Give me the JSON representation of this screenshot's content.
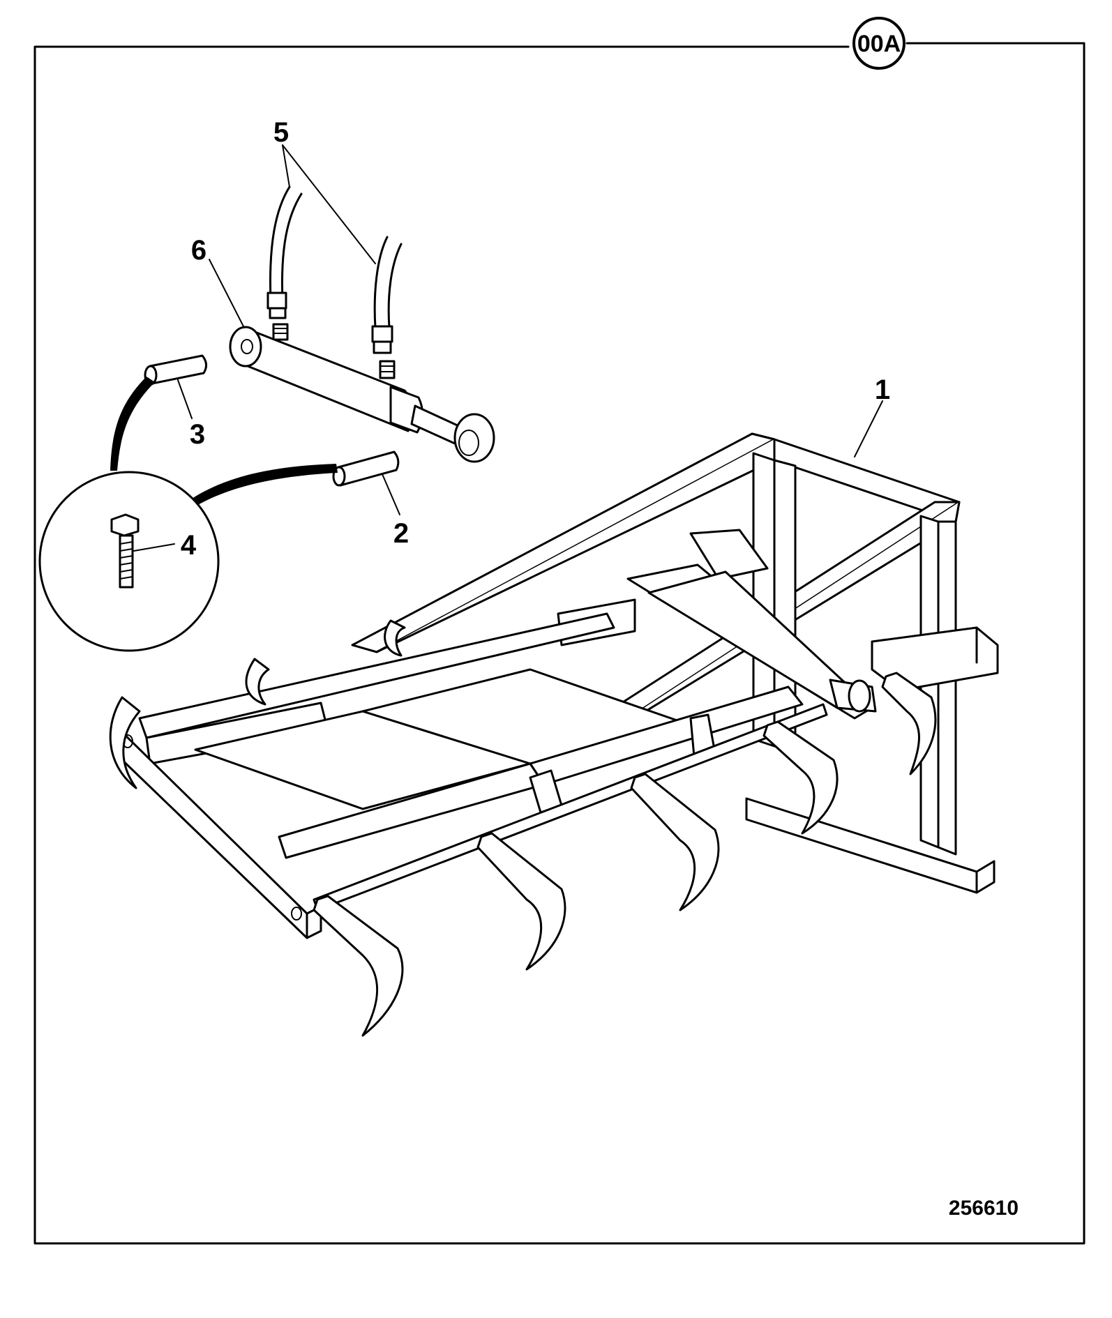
{
  "badge": "00A",
  "drawing_number": "256610",
  "callouts": [
    {
      "id": "1",
      "part": "frame"
    },
    {
      "id": "2",
      "part": "pin"
    },
    {
      "id": "3",
      "part": "pin"
    },
    {
      "id": "4",
      "part": "bolt"
    },
    {
      "id": "5",
      "part": "hoses"
    },
    {
      "id": "6",
      "part": "cylinder"
    }
  ]
}
